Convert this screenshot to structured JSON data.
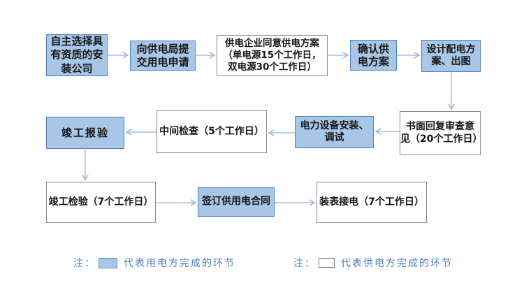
{
  "flowchart": {
    "boxes": [
      {
        "id": "choose-installer",
        "type": "consumer",
        "label": "自主选择具\n有资质的安\n装公司"
      },
      {
        "id": "submit-application",
        "type": "consumer",
        "label": "向供电局提\n交用电申请"
      },
      {
        "id": "approve-supply-plan",
        "type": "supplier",
        "label": "供电企业同意供电方案\n（单电源15个工作日，\n双电源30个工作日）"
      },
      {
        "id": "confirm-supply-plan",
        "type": "consumer",
        "label": "确认供\n电方案"
      },
      {
        "id": "design-distribution",
        "type": "consumer",
        "label": "设计配电方\n案、出图"
      },
      {
        "id": "written-review-reply",
        "type": "supplier",
        "label": "书面回复审查意\n见（20个工作日）"
      },
      {
        "id": "equipment-install",
        "type": "consumer",
        "label": "电力设备安装、\n调试"
      },
      {
        "id": "interim-inspection",
        "type": "supplier",
        "label": "中间检查（5个工作日）"
      },
      {
        "id": "completion-report",
        "type": "consumer",
        "label": "竣工报验"
      },
      {
        "id": "completion-inspection",
        "type": "supplier",
        "label": "竣工检验（7个工作日）"
      },
      {
        "id": "sign-contract",
        "type": "consumer",
        "label": "签订供用电合同"
      },
      {
        "id": "meter-connection",
        "type": "supplier",
        "label": "装表接电（7个工作日）"
      }
    ],
    "legend": {
      "consumer": {
        "note": "注：",
        "label": "代表用电方完成的环节"
      },
      "supplier": {
        "note": "注：",
        "label": "代表供电方完成的环节"
      }
    },
    "colors": {
      "consumer_fill": "#a8c6e6",
      "consumer_border": "#4f81bd",
      "supplier_fill": "#ffffff",
      "supplier_border": "#8a8a8a",
      "arrow": "#95b3d7",
      "legend_text": "#4a7dbb"
    }
  }
}
